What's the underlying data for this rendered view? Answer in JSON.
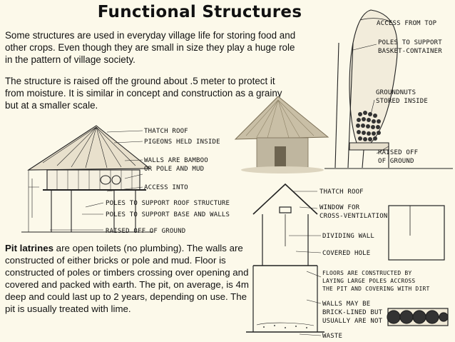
{
  "title": "Functional Structures",
  "intro": {
    "p1": "Some structures are used in everyday village life for storing food and other crops. Even though they are small in size they play a huge role in the pattern of village society.",
    "p2": "The structure is raised off the ground about .5 meter to protect it from moisture. It is similar in concept and construction as a grainy but at a smaller scale."
  },
  "latrine_text": {
    "lead": "Pit latrines",
    "body": " are open toilets (no plumbing). The walls are constructed of either bricks or pole and mud. Floor is constructed of poles or timbers crossing over opening and covered and packed with earth. The pit, on average, is 4m deep and could last up to 2 years, depending on use. The pit is usually treated with lime."
  },
  "granary_labels": {
    "thatch": "THATCH ROOF",
    "pigeons": "PIGEONS HELD INSIDE",
    "walls1": "WALLS ARE BAMBOO",
    "walls2": "OR POLE AND MUD",
    "access": "ACCESS INTO",
    "poles_roof": "POLES TO SUPPORT ROOF STRUCTURE",
    "poles_base": "POLES TO SUPPORT BASE AND WALLS",
    "raised": "RAISED OFF OF GROUND"
  },
  "basket_labels": {
    "access_top": "ACCESS FROM TOP",
    "poles1": "POLES TO SUPPORT",
    "poles2": "BASKET-CONTAINER",
    "nuts1": "GROUNDNUTS",
    "nuts2": "STORED INSIDE",
    "raised1": "RAISED OFF",
    "raised2": "OF GROUND"
  },
  "latrine_labels": {
    "thatch": "THATCH ROOF",
    "window1": "WINDOW FOR",
    "window2": "CROSS-VENTILATION",
    "dividing": "DIVIDING WALL",
    "covered": "COVERED HOLE",
    "floors1": "FLOORS ARE CONSTRUCTED BY",
    "floors2": "LAYING LARGE POLES ACCROSS",
    "floors3": "THE PIT AND COVERING WITH DIRT",
    "walls1": "WALLS MAY BE",
    "walls2": "BRICK-LINED BUT",
    "walls3": "USUALLY ARE NOT",
    "waste": "WASTE"
  }
}
